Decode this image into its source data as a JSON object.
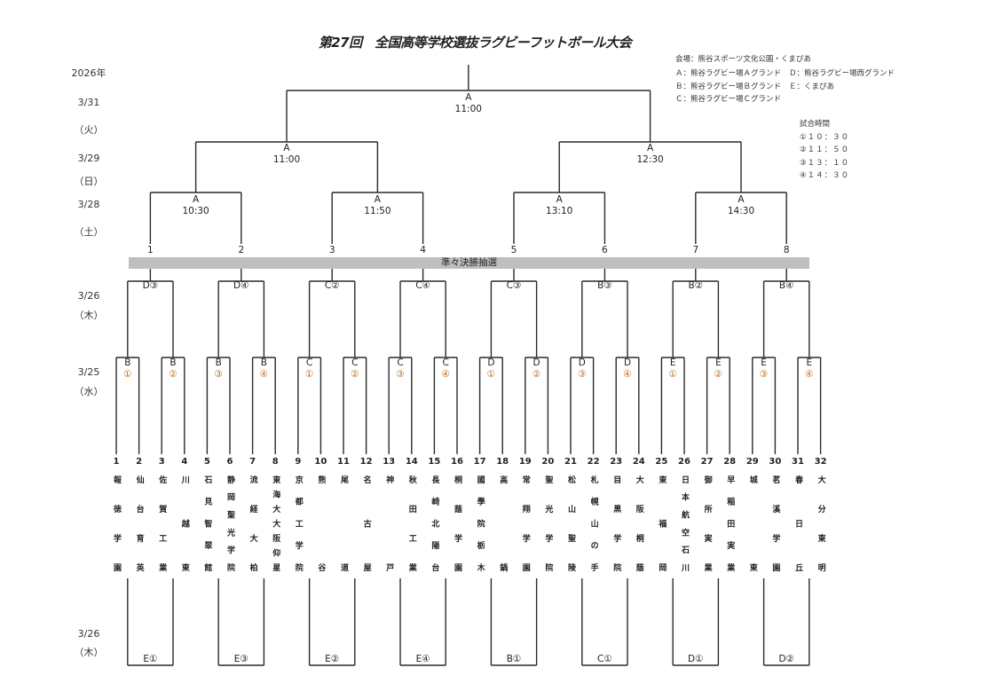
{
  "title": "第27回　全国高等学校選抜ラグビーフットボール大会",
  "year": "2026年",
  "dates": [
    {
      "date": "3/31",
      "day": "（火）"
    },
    {
      "date": "3/29",
      "day": "（日）"
    },
    {
      "date": "3/28",
      "day": "（土）"
    },
    {
      "date": "3/26",
      "day": "（木）"
    },
    {
      "date": "3/25",
      "day": "（水）"
    },
    {
      "date": "3/26",
      "day": "（木）"
    }
  ],
  "venue_legend": [
    "会場：熊谷スポーツ文化公園・くまぴあ",
    "Ａ：熊谷ラグビー場Ａグランド",
    "Ｄ：熊谷ラグビー場西グランド",
    "Ｂ：熊谷ラグビー場Ｂグランド",
    "Ｅ：くまぴあ",
    "Ｃ：熊谷ラグビー場Ｃグランド"
  ],
  "time_legend": {
    "title": "試合時間",
    "items": [
      "①１０：３０",
      "②１１：５０",
      "③１３：１０",
      "④１４：３０"
    ]
  },
  "draw_band": "準々決勝抽選",
  "final": {
    "venue": "A",
    "time": "11:00"
  },
  "semifinals": [
    {
      "venue": "A",
      "time": "11:00"
    },
    {
      "venue": "A",
      "time": "12:30"
    }
  ],
  "quarterfinals": [
    {
      "venue": "A",
      "time": "10:30"
    },
    {
      "venue": "A",
      "time": "11:50"
    },
    {
      "venue": "A",
      "time": "13:10"
    },
    {
      "venue": "A",
      "time": "14:30"
    }
  ],
  "draw_slots": [
    "1",
    "2",
    "3",
    "4",
    "5",
    "6",
    "7",
    "8"
  ],
  "round2": [
    "D③",
    "D④",
    "C②",
    "C④",
    "C③",
    "B③",
    "B②",
    "B④"
  ],
  "round1": [
    {
      "venue": "B",
      "slot": "①"
    },
    {
      "venue": "B",
      "slot": "②"
    },
    {
      "venue": "B",
      "slot": "③"
    },
    {
      "venue": "B",
      "slot": "④"
    },
    {
      "venue": "C",
      "slot": "①"
    },
    {
      "venue": "C",
      "slot": "②"
    },
    {
      "venue": "C",
      "slot": "③"
    },
    {
      "venue": "C",
      "slot": "④"
    },
    {
      "venue": "D",
      "slot": "①"
    },
    {
      "venue": "D",
      "slot": "②"
    },
    {
      "venue": "D",
      "slot": "③"
    },
    {
      "venue": "D",
      "slot": "④"
    },
    {
      "venue": "E",
      "slot": "①"
    },
    {
      "venue": "E",
      "slot": "②"
    },
    {
      "venue": "E",
      "slot": "③"
    },
    {
      "venue": "E",
      "slot": "④"
    }
  ],
  "consolation": [
    "E①",
    "E③",
    "E②",
    "E④",
    "B①",
    "C①",
    "D①",
    "D②"
  ],
  "teams": [
    {
      "no": "1",
      "name": "報徳学園"
    },
    {
      "no": "2",
      "name": "仙台育英"
    },
    {
      "no": "3",
      "name": "佐賀工業"
    },
    {
      "no": "4",
      "name": "川越東"
    },
    {
      "no": "5",
      "name": "石見智翠館"
    },
    {
      "no": "6",
      "name": "静岡聖光学院"
    },
    {
      "no": "7",
      "name": "流経大柏"
    },
    {
      "no": "8",
      "name": "東海大大阪仰星"
    },
    {
      "no": "9",
      "name": "京都工学院"
    },
    {
      "no": "10",
      "name": "熊谷"
    },
    {
      "no": "11",
      "name": "尾道"
    },
    {
      "no": "12",
      "name": "名古屋"
    },
    {
      "no": "13",
      "name": "神戸"
    },
    {
      "no": "14",
      "name": "秋田工業"
    },
    {
      "no": "15",
      "name": "長崎北陽台"
    },
    {
      "no": "16",
      "name": "桐蔭学園"
    },
    {
      "no": "17",
      "name": "國學院栃木"
    },
    {
      "no": "18",
      "name": "高鍋"
    },
    {
      "no": "19",
      "name": "常翔学園"
    },
    {
      "no": "20",
      "name": "聖光学院"
    },
    {
      "no": "21",
      "name": "松山聖陵"
    },
    {
      "no": "22",
      "name": "札幌山の手"
    },
    {
      "no": "23",
      "name": "目黒学院"
    },
    {
      "no": "24",
      "name": "大阪桐蔭"
    },
    {
      "no": "25",
      "name": "東福岡"
    },
    {
      "no": "26",
      "name": "日本航空石川"
    },
    {
      "no": "27",
      "name": "御所実業"
    },
    {
      "no": "28",
      "name": "早稲田実業"
    },
    {
      "no": "29",
      "name": "城東"
    },
    {
      "no": "30",
      "name": "茗溪学園"
    },
    {
      "no": "31",
      "name": "春日丘"
    },
    {
      "no": "32",
      "name": "大分東明"
    }
  ]
}
